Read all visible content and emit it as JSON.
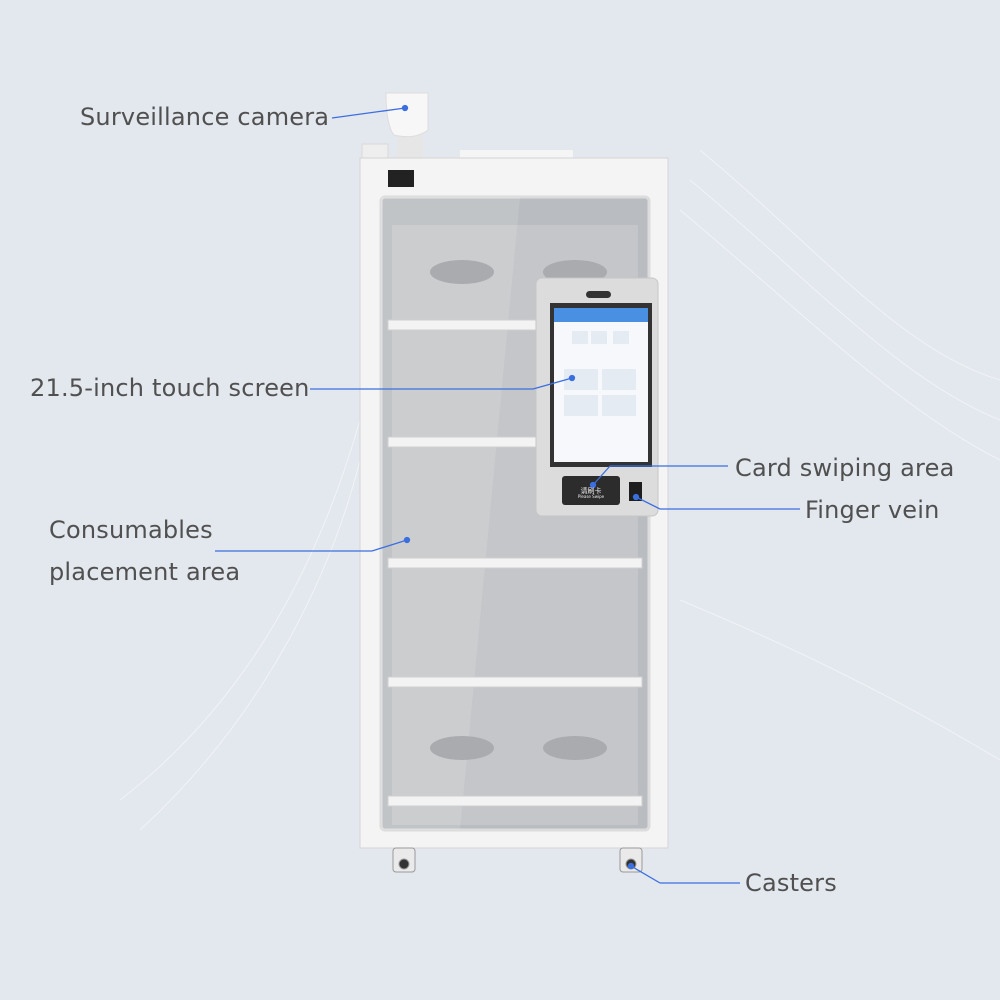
{
  "labels": {
    "camera": "Surveillance camera",
    "screen": "21.5-inch touch screen",
    "card": "Card swiping area",
    "finger": "Finger vein",
    "consumables_line1": "Consumables",
    "consumables_line2": "placement area",
    "casters": "Casters"
  },
  "card_reader": {
    "cn": "请刷卡",
    "en": "Please Swipe"
  },
  "colors": {
    "background": "#e3e7ee",
    "leader_line": "#3b6fe0",
    "label_text": "#505050",
    "screen_header": "#4a90e2"
  }
}
